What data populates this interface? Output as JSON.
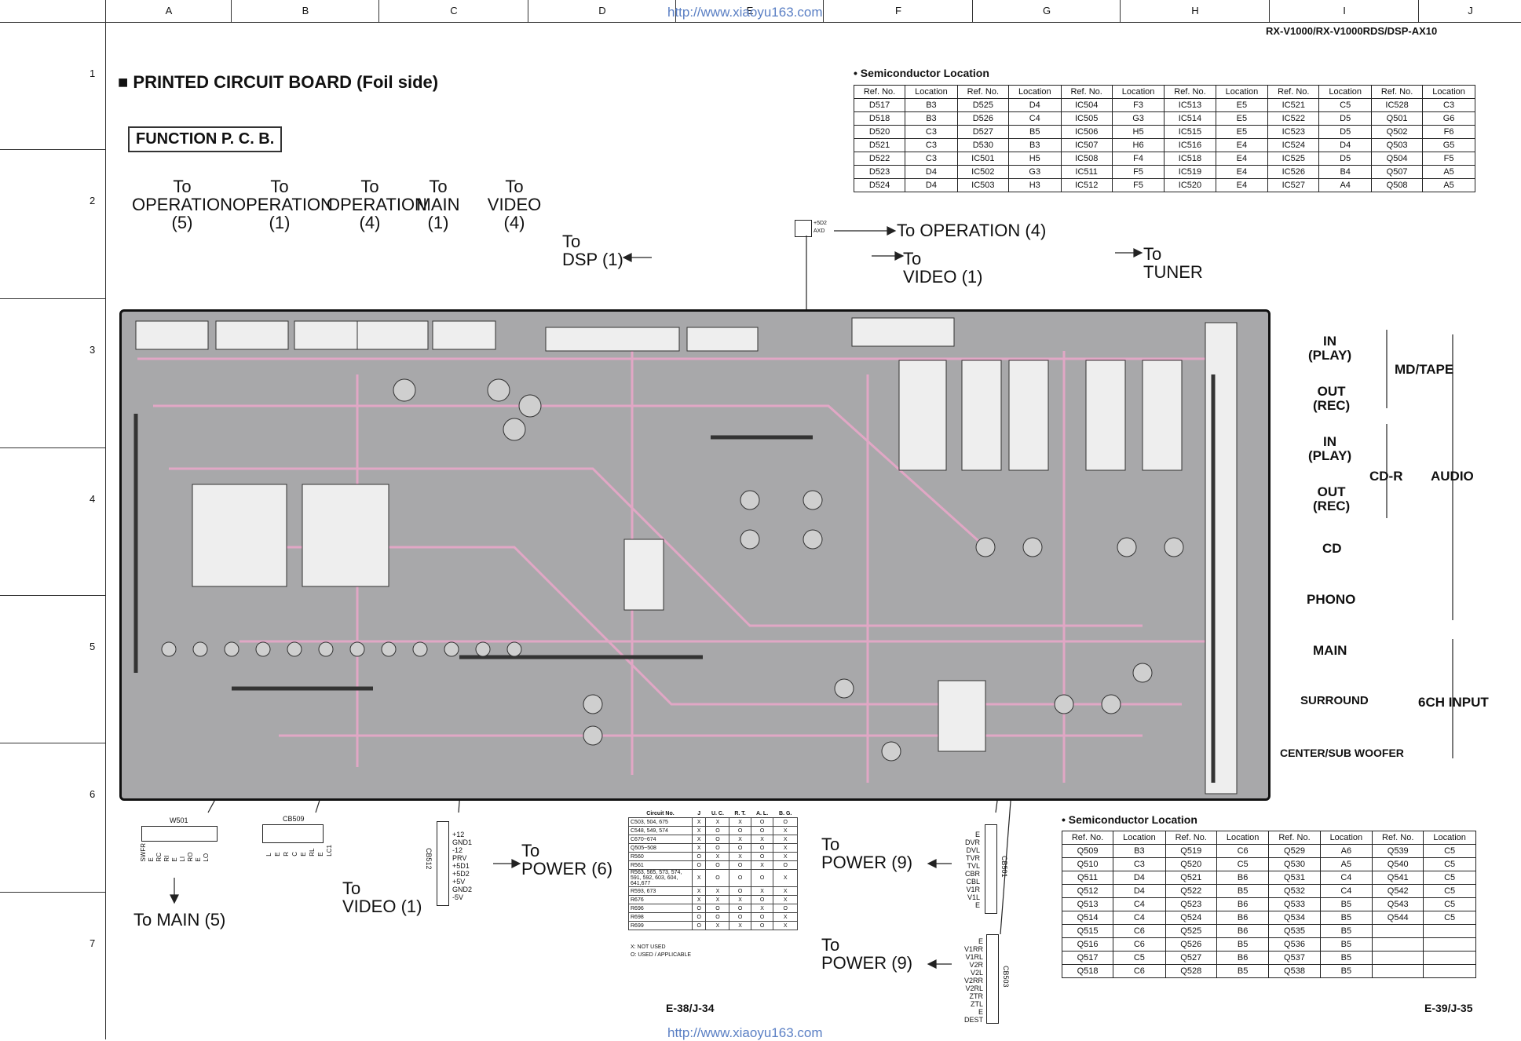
{
  "watermark_url": "http://www.xiaoyu163.com",
  "model": "RX-V1000/RX-V1000RDS/DSP-AX10",
  "grid_cols": [
    "A",
    "B",
    "C",
    "D",
    "E",
    "F",
    "G",
    "H",
    "I",
    "J"
  ],
  "grid_rows": [
    "1",
    "2",
    "3",
    "4",
    "5",
    "6",
    "7"
  ],
  "title": "■ PRINTED CIRCUIT BOARD (Foil side)",
  "board_name": "FUNCTION P. C. B.",
  "destinations": {
    "op5": [
      "To",
      "OPERATION",
      "(5)"
    ],
    "op1": [
      "To",
      "OPERATION",
      "(1)"
    ],
    "op4": [
      "To",
      "OPERATION",
      "(4)"
    ],
    "main1": [
      "To",
      "MAIN",
      "(1)"
    ],
    "video4": [
      "To",
      "VIDEO",
      "(4)"
    ],
    "dsp1": [
      "To",
      "DSP (1)"
    ],
    "op4b": "To OPERATION (4)",
    "video1": [
      "To",
      "VIDEO (1)"
    ],
    "tuner": [
      "To",
      "TUNER"
    ],
    "main5": "To MAIN (5)",
    "video1b": [
      "To",
      "VIDEO (1)"
    ],
    "power6": [
      "To",
      "POWER (6)"
    ],
    "power9a": [
      "To",
      "POWER (9)"
    ],
    "power9b": [
      "To",
      "POWER (9)"
    ]
  },
  "jacks": {
    "in_play_1": [
      "IN",
      "(PLAY)"
    ],
    "mdtape": "MD/TAPE",
    "out_rec_1": [
      "OUT",
      "(REC)"
    ],
    "in_play_2": [
      "IN",
      "(PLAY)"
    ],
    "cdr": "CD-R",
    "audio": "AUDIO",
    "out_rec_2": [
      "OUT",
      "(REC)"
    ],
    "cd": "CD",
    "phono": "PHONO",
    "main": "MAIN",
    "surround": "SURROUND",
    "input6ch": "6CH INPUT",
    "center": "CENTER/SUB WOOFER"
  },
  "semi_table_1": {
    "title": "• Semiconductor Location",
    "headers": [
      "Ref. No.",
      "Location",
      "Ref. No.",
      "Location",
      "Ref. No.",
      "Location",
      "Ref. No.",
      "Location",
      "Ref. No.",
      "Location",
      "Ref. No.",
      "Location"
    ],
    "rows": [
      [
        "D517",
        "B3",
        "D525",
        "D4",
        "IC504",
        "F3",
        "IC513",
        "E5",
        "IC521",
        "C5",
        "IC528",
        "C3"
      ],
      [
        "D518",
        "B3",
        "D526",
        "C4",
        "IC505",
        "G3",
        "IC514",
        "E5",
        "IC522",
        "D5",
        "Q501",
        "G6"
      ],
      [
        "D520",
        "C3",
        "D527",
        "B5",
        "IC506",
        "H5",
        "IC515",
        "E5",
        "IC523",
        "D5",
        "Q502",
        "F6"
      ],
      [
        "D521",
        "C3",
        "D530",
        "B3",
        "IC507",
        "H6",
        "IC516",
        "E4",
        "IC524",
        "D4",
        "Q503",
        "G5"
      ],
      [
        "D522",
        "C3",
        "IC501",
        "H5",
        "IC508",
        "F4",
        "IC518",
        "E4",
        "IC525",
        "D5",
        "Q504",
        "F5"
      ],
      [
        "D523",
        "D4",
        "IC502",
        "G3",
        "IC511",
        "F5",
        "IC519",
        "E4",
        "IC526",
        "B4",
        "Q507",
        "A5"
      ],
      [
        "D524",
        "D4",
        "IC503",
        "H3",
        "IC512",
        "F5",
        "IC520",
        "E4",
        "IC527",
        "A4",
        "Q508",
        "A5"
      ]
    ]
  },
  "semi_table_2": {
    "title": "• Semiconductor Location",
    "headers": [
      "Ref. No.",
      "Location",
      "Ref. No.",
      "Location",
      "Ref. No.",
      "Location",
      "Ref. No.",
      "Location"
    ],
    "rows": [
      [
        "Q509",
        "B3",
        "Q519",
        "C6",
        "Q529",
        "A6",
        "Q539",
        "C5"
      ],
      [
        "Q510",
        "C3",
        "Q520",
        "C5",
        "Q530",
        "A5",
        "Q540",
        "C5"
      ],
      [
        "Q511",
        "D4",
        "Q521",
        "B6",
        "Q531",
        "C4",
        "Q541",
        "C5"
      ],
      [
        "Q512",
        "D4",
        "Q522",
        "B5",
        "Q532",
        "C4",
        "Q542",
        "C5"
      ],
      [
        "Q513",
        "C4",
        "Q523",
        "B6",
        "Q533",
        "B5",
        "Q543",
        "C5"
      ],
      [
        "Q514",
        "C4",
        "Q524",
        "B6",
        "Q534",
        "B5",
        "Q544",
        "C5"
      ],
      [
        "Q515",
        "C6",
        "Q525",
        "B6",
        "Q535",
        "B5",
        "",
        ""
      ],
      [
        "Q516",
        "C6",
        "Q526",
        "B5",
        "Q536",
        "B5",
        "",
        ""
      ],
      [
        "Q517",
        "C5",
        "Q527",
        "B6",
        "Q537",
        "B5",
        "",
        ""
      ],
      [
        "Q518",
        "C6",
        "Q528",
        "B5",
        "Q538",
        "B5",
        "",
        ""
      ]
    ]
  },
  "circuit_table": {
    "headers": [
      "Circuit No.",
      "J",
      "U. C.",
      "R. T.",
      "A. L.",
      "B. G."
    ],
    "rows": [
      [
        "C503, 504, 675",
        "X",
        "X",
        "X",
        "O",
        "O"
      ],
      [
        "C548, 549, 574",
        "X",
        "O",
        "O",
        "O",
        "X"
      ],
      [
        "C670~674",
        "X",
        "O",
        "X",
        "X",
        "X"
      ],
      [
        "Q505~508",
        "X",
        "O",
        "O",
        "O",
        "X"
      ],
      [
        "R560",
        "O",
        "X",
        "X",
        "O",
        "X"
      ],
      [
        "R561",
        "O",
        "O",
        "O",
        "X",
        "O"
      ],
      [
        "R563, 565, 573, 574, 591, 592, 603, 604, 641,677",
        "X",
        "O",
        "O",
        "O",
        "X"
      ],
      [
        "R593, 673",
        "X",
        "X",
        "O",
        "X",
        "X"
      ],
      [
        "R676",
        "X",
        "X",
        "X",
        "O",
        "X"
      ],
      [
        "R696",
        "O",
        "O",
        "O",
        "X",
        "O"
      ],
      [
        "R698",
        "O",
        "O",
        "O",
        "O",
        "X"
      ],
      [
        "R699",
        "O",
        "X",
        "X",
        "O",
        "X"
      ]
    ],
    "notes": [
      "X: NOT USED",
      "O: USED / APPLICABLE"
    ]
  },
  "connectors": {
    "w501": {
      "name": "W501",
      "pins": [
        "SWFR",
        "E",
        "RC",
        "RI",
        "E",
        "LI",
        "RO",
        "E",
        "LO"
      ]
    },
    "cb509": {
      "name": "CB509",
      "pins": [
        "L",
        "E",
        "R",
        "C",
        "E",
        "RL",
        "E",
        "LC1"
      ]
    },
    "cb512": {
      "name": "CB512",
      "pins": [
        "+12",
        "GND1",
        "-12",
        "PRV",
        "+5D1",
        "+5D2",
        "+5V",
        "GND2",
        "-5V"
      ]
    },
    "cb501": {
      "name": "CB501",
      "pins": [
        "E",
        "DVR",
        "DVL",
        "TVR",
        "TVL",
        "CBR",
        "CBL",
        "V1R",
        "V1L",
        "E"
      ]
    },
    "cb503": {
      "name": "CB503",
      "pins": [
        "E",
        "V1RR",
        "V1RL",
        "V2R",
        "V2L",
        "V2RR",
        "V2RL",
        "ZTR",
        "ZTL",
        "E",
        "DEST"
      ]
    },
    "axd": {
      "pins": [
        "+5D2",
        "AXD"
      ]
    }
  },
  "page_left": "E-38/J-34",
  "page_right": "E-39/J-35",
  "colors": {
    "board": "#a8a8aa",
    "trace": "#e7a6c8",
    "line": "#222222"
  }
}
